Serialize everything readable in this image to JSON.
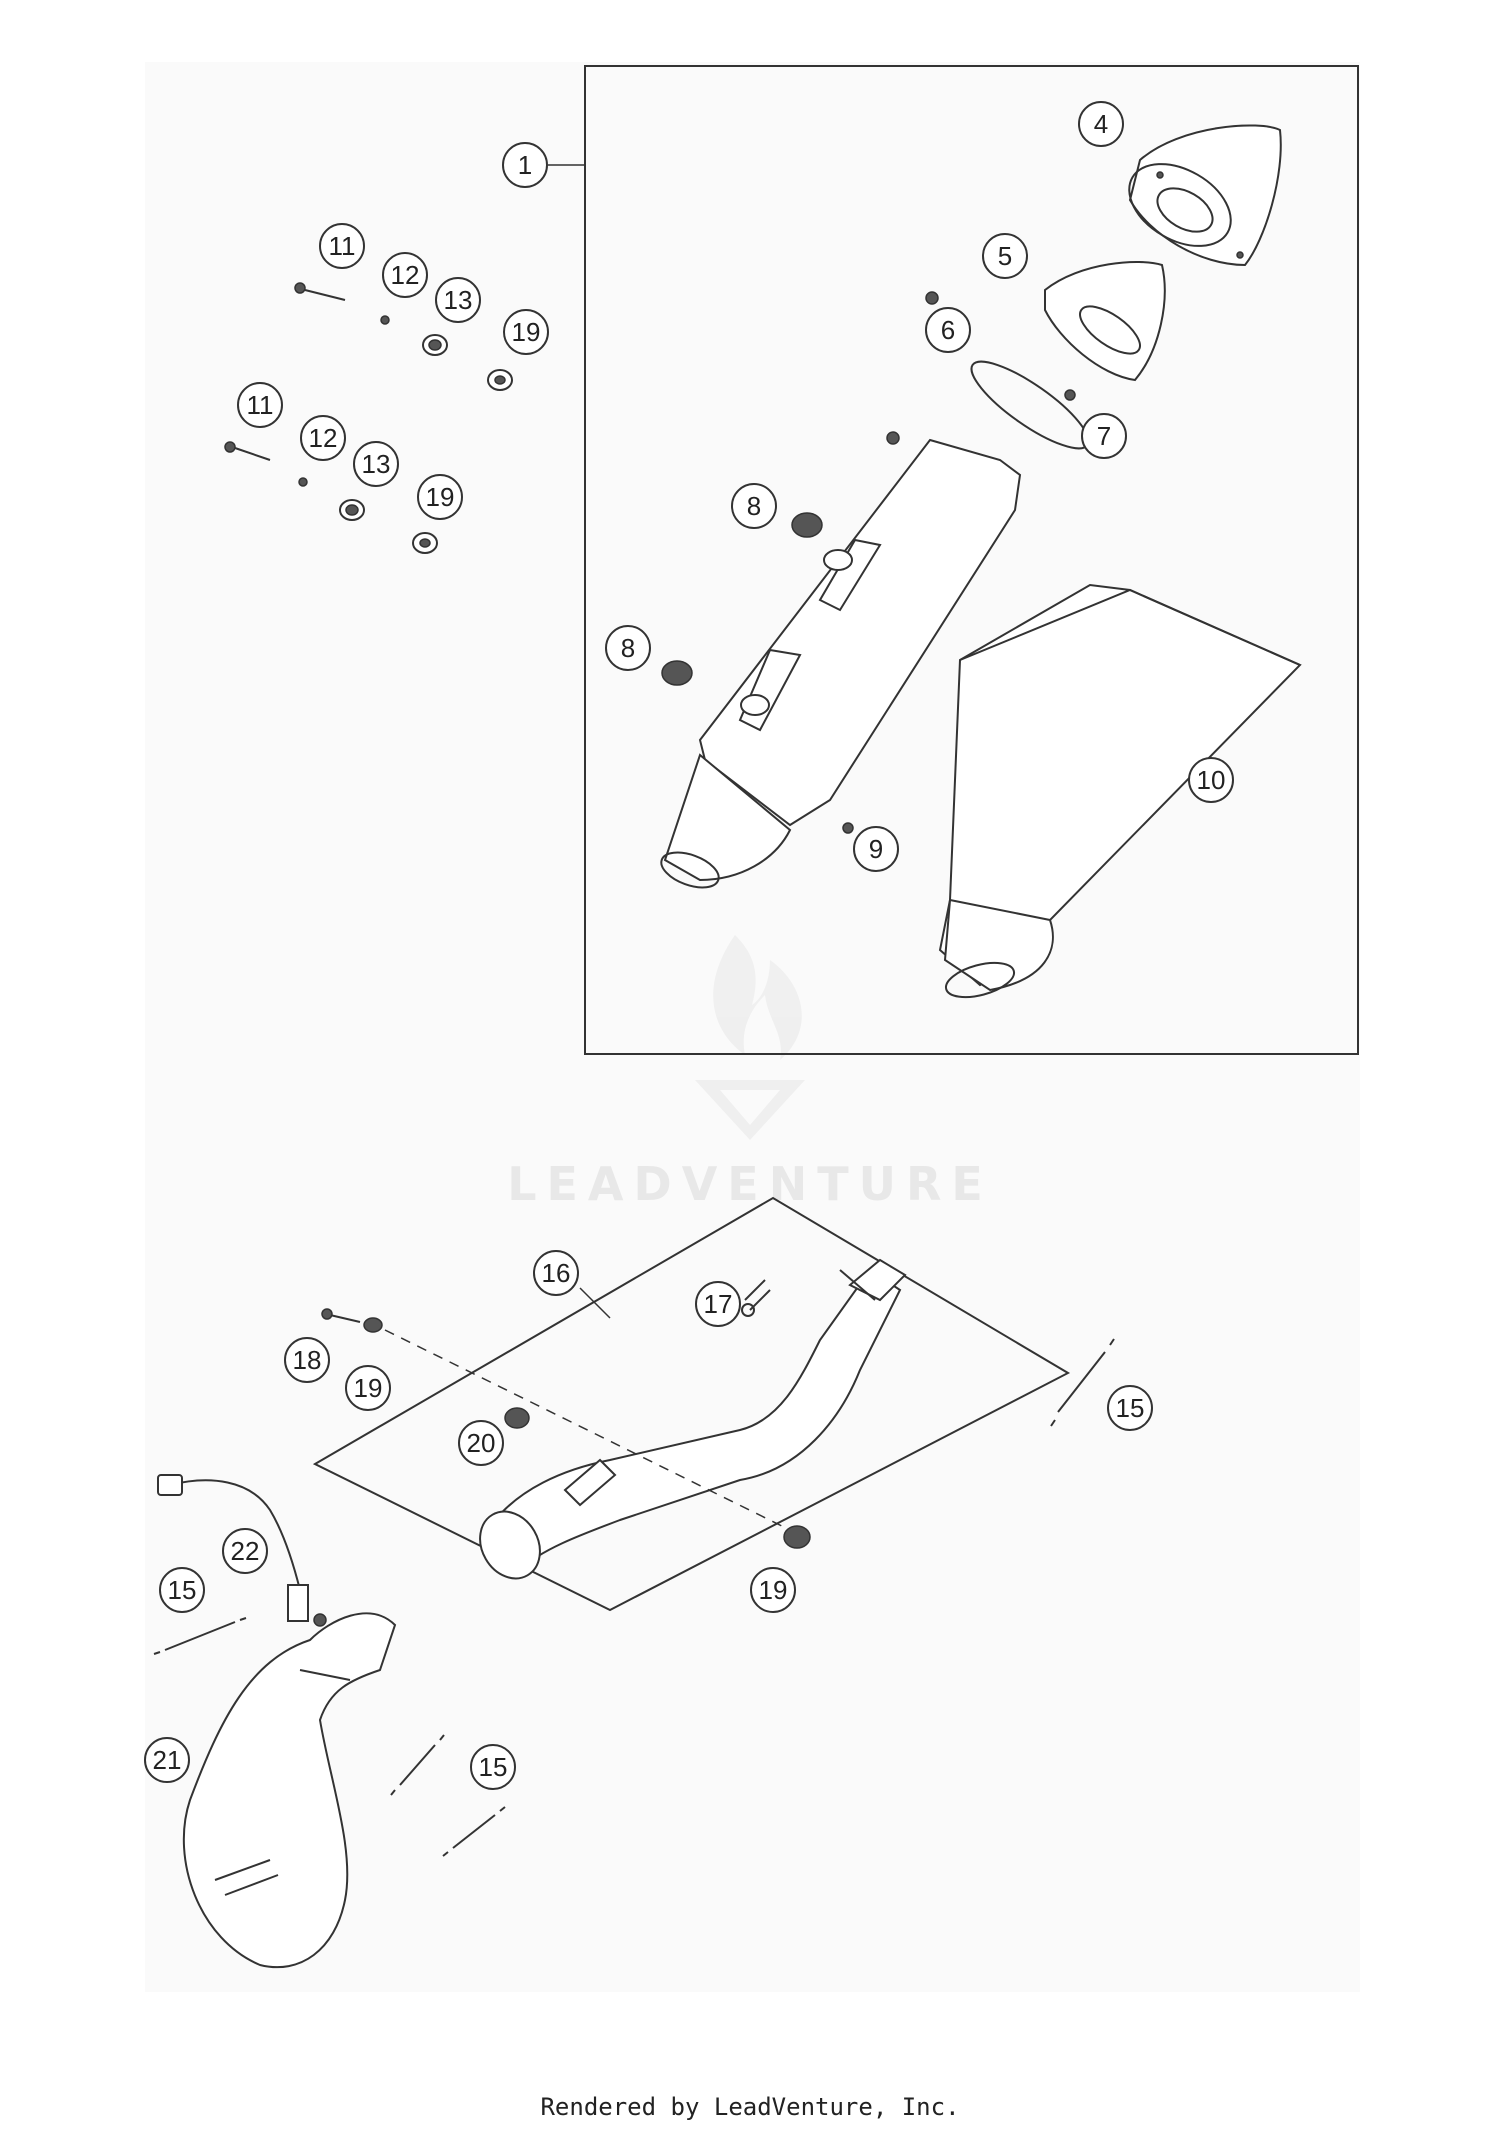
{
  "callouts": [
    {
      "label": "1"
    },
    {
      "label": "4"
    },
    {
      "label": "5"
    },
    {
      "label": "6"
    },
    {
      "label": "7"
    },
    {
      "label": "8"
    },
    {
      "label": "8"
    },
    {
      "label": "9"
    },
    {
      "label": "10"
    },
    {
      "label": "11"
    },
    {
      "label": "12"
    },
    {
      "label": "13"
    },
    {
      "label": "19"
    },
    {
      "label": "11"
    },
    {
      "label": "12"
    },
    {
      "label": "13"
    },
    {
      "label": "19"
    },
    {
      "label": "16"
    },
    {
      "label": "17"
    },
    {
      "label": "18"
    },
    {
      "label": "19"
    },
    {
      "label": "20"
    },
    {
      "label": "15"
    },
    {
      "label": "19"
    },
    {
      "label": "22"
    },
    {
      "label": "15"
    },
    {
      "label": "21"
    },
    {
      "label": "15"
    }
  ],
  "watermark": {
    "text": "LEADVENTURE"
  },
  "footer": {
    "text": "Rendered by LeadVenture, Inc."
  }
}
